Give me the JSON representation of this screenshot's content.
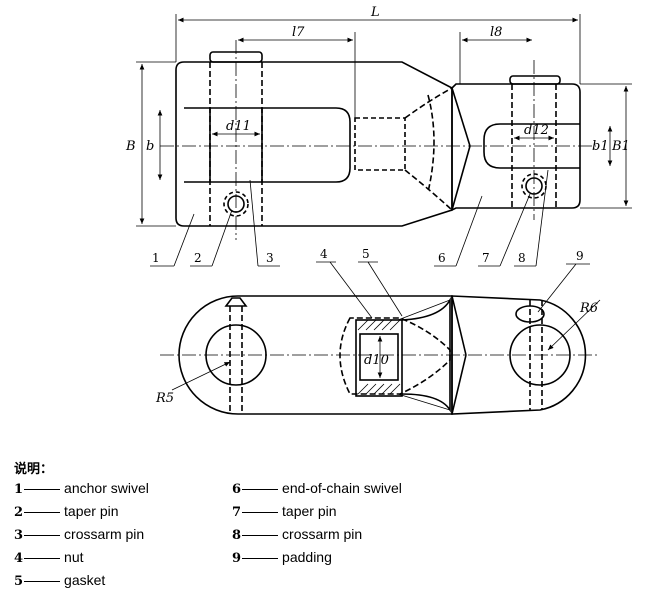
{
  "dimensions": {
    "L": "L",
    "l7": "l7",
    "l8": "l8",
    "B": "B",
    "b": "b",
    "B1": "B1",
    "b1": "b1",
    "d11": "d11",
    "d12": "d12",
    "d10": "d10",
    "R5": "R5",
    "R6": "R6"
  },
  "callouts": [
    "1",
    "2",
    "3",
    "6",
    "7",
    "8",
    "4",
    "5",
    "9"
  ],
  "legend": {
    "title": "说明：",
    "items": [
      {
        "num": "1",
        "label": "anchor swivel"
      },
      {
        "num": "2",
        "label": "taper pin"
      },
      {
        "num": "3",
        "label": "crossarm pin"
      },
      {
        "num": "4",
        "label": "nut"
      },
      {
        "num": "5",
        "label": "gasket"
      },
      {
        "num": "6",
        "label": "end-of-chain swivel"
      },
      {
        "num": "7",
        "label": "taper pin"
      },
      {
        "num": "8",
        "label": "crossarm pin"
      },
      {
        "num": "9",
        "label": "padding"
      }
    ]
  }
}
